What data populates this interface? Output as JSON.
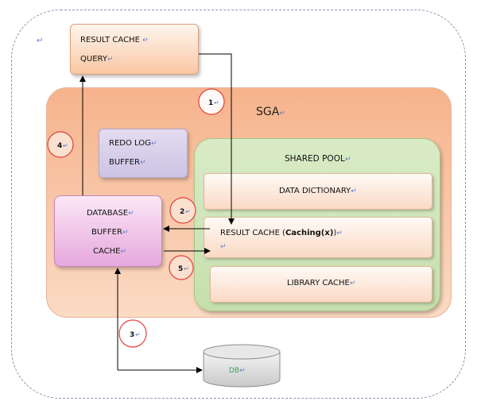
{
  "mark": "↵",
  "result_cache_query": {
    "line1": "RESULT CACHE",
    "line2": "QUERY"
  },
  "sga": {
    "label": "SGA"
  },
  "redo_log_buffer": {
    "line1": "REDO LOG",
    "line2": "BUFFER"
  },
  "shared_pool": {
    "label": "SHARED POOL",
    "data_dictionary": "DATA DICTIONARY",
    "result_cache": {
      "prefix": "RESULT CACHE (",
      "bold": "Caching(x)",
      "suffix": ")"
    },
    "library_cache": "LIBRARY CACHE"
  },
  "database_buffer_cache": {
    "line1": "DATABASE",
    "line2": "BUFFER",
    "line3": "CACHE"
  },
  "db": {
    "label": "DB"
  },
  "steps": [
    "1",
    "2",
    "3",
    "4",
    "5"
  ],
  "colors": {
    "step_circle": "#e0413b",
    "arrow": "#000000",
    "sga_fill": "#f6b38c",
    "shared_pool_fill": "#d9ebc6",
    "db_text": "#3aa45a"
  }
}
